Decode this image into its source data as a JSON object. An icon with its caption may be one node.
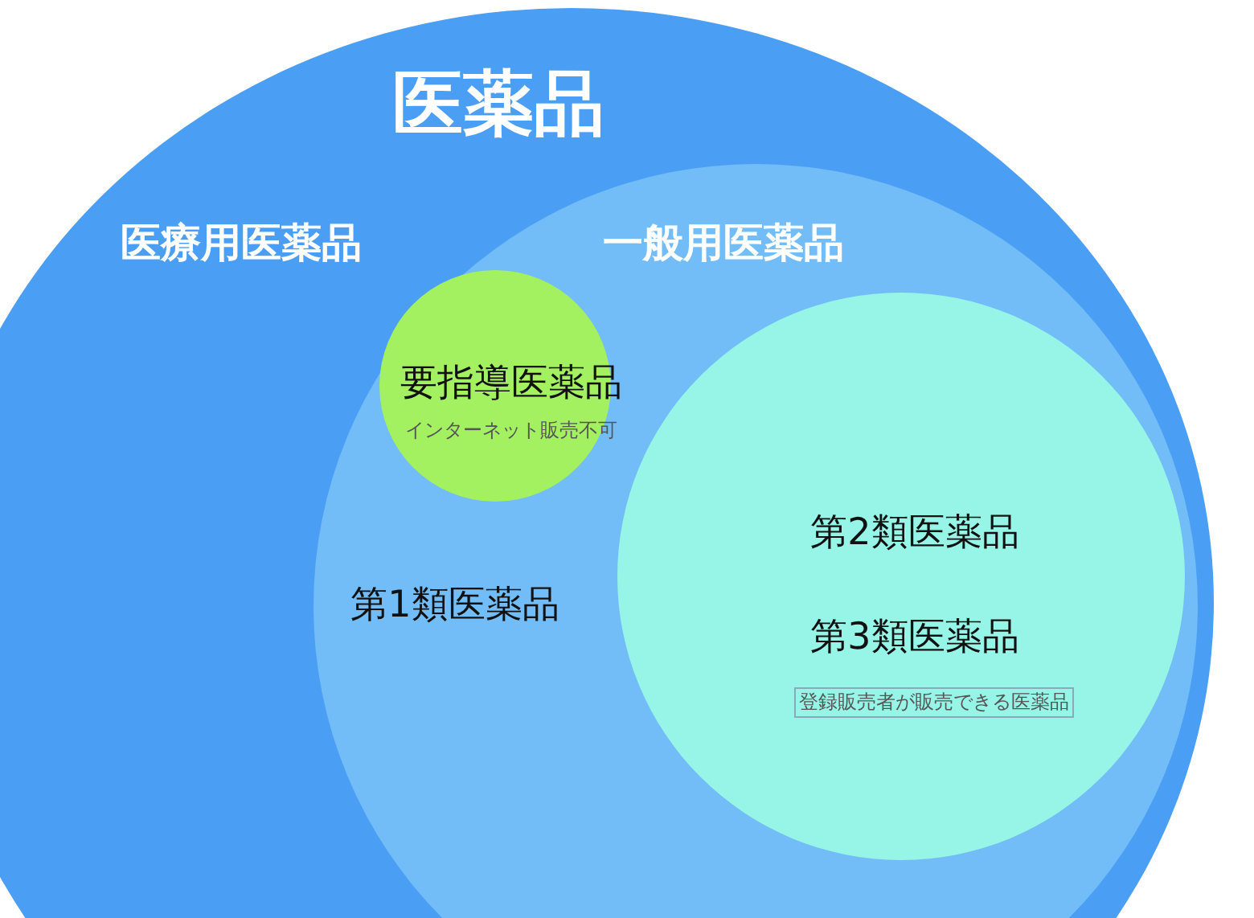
{
  "diagram": {
    "nodes": [
      {
        "text": [
          "医薬品",
          "医療用医薬品"
        ]
      },
      {
        "text": [
          "一般用医薬品",
          "第1類医薬品"
        ],
        "in": 0
      },
      {
        "text": [
          "要指導医薬品",
          "インターネット販売不可"
        ],
        "in": 1
      },
      {
        "text": [
          "第2類医薬品",
          "第3類医薬品",
          "登録販売者が販売できる医薬品"
        ],
        "in": 1
      }
    ]
  }
}
